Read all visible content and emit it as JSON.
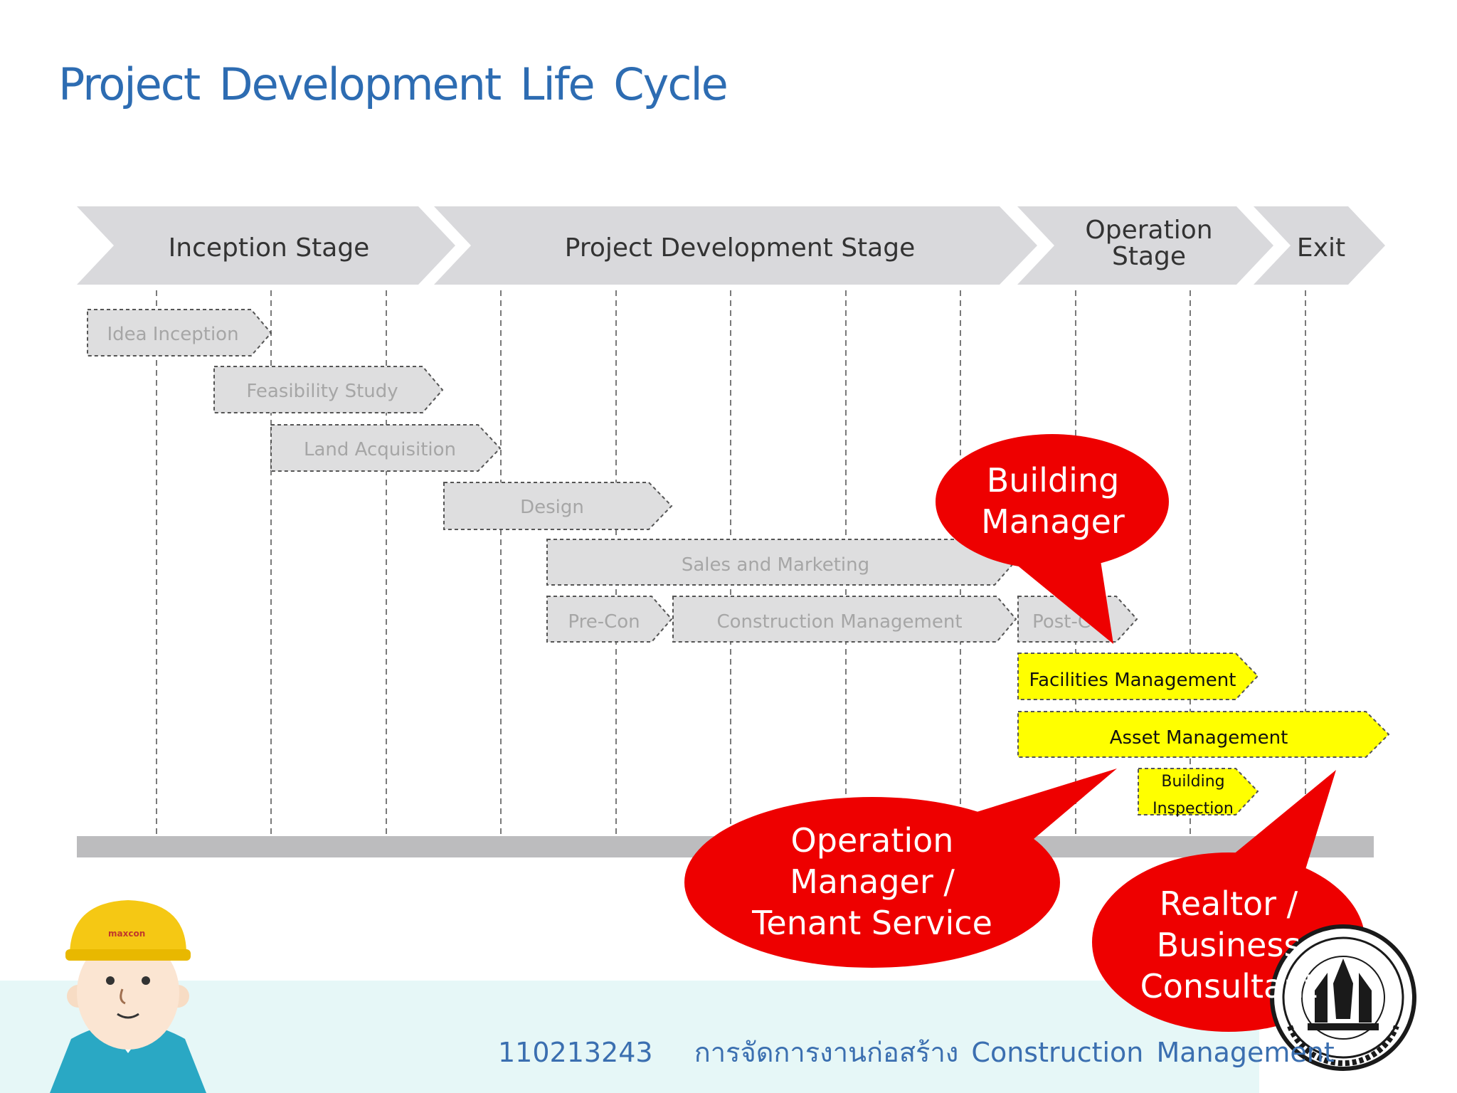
{
  "title": "Project Development Life Cycle",
  "stages": [
    {
      "line1": "Inception Stage",
      "line2": ""
    },
    {
      "line1": "Project Development Stage",
      "line2": ""
    },
    {
      "line1": "Operation",
      "line2": "Stage"
    },
    {
      "line1": "Exit",
      "line2": ""
    }
  ],
  "activities": [
    {
      "label": "Idea Inception",
      "style": "gray"
    },
    {
      "label": "Feasibility Study",
      "style": "gray"
    },
    {
      "label": "Land Acquisition",
      "style": "gray"
    },
    {
      "label": "Design",
      "style": "gray"
    },
    {
      "label": "Sales and Marketing",
      "style": "gray"
    },
    {
      "label": "Pre-Con",
      "style": "gray"
    },
    {
      "label": "Construction Management",
      "style": "gray"
    },
    {
      "label": "Post-Co",
      "style": "gray"
    },
    {
      "label": "Facilities Management",
      "style": "yellow"
    },
    {
      "label": "Asset Management",
      "style": "yellow"
    },
    {
      "label": "Building",
      "label2": "Inspection",
      "style": "yellow"
    }
  ],
  "callouts": {
    "building_manager": {
      "line1": "Building",
      "line2": "Manager"
    },
    "operation_manager": {
      "line1": "Operation",
      "line2": "Manager /",
      "line3": "Tenant Service"
    },
    "realtor": {
      "line1": "Realtor /",
      "line2": "Business",
      "line3": "Consultant"
    }
  },
  "footer": {
    "code": "110213243",
    "course": "การจัดการงานก่อสร้าง Construction Management"
  },
  "helmet_brand": "maxcon",
  "colors": {
    "title": "#2d6cb2",
    "stage_fill": "#d9d9dc",
    "activity_fill": "#dededf",
    "highlight_fill": "#ffff00",
    "callout_fill": "#ee0000",
    "footer_band": "#e6f7f7",
    "footer_text": "#3b6fb0"
  }
}
